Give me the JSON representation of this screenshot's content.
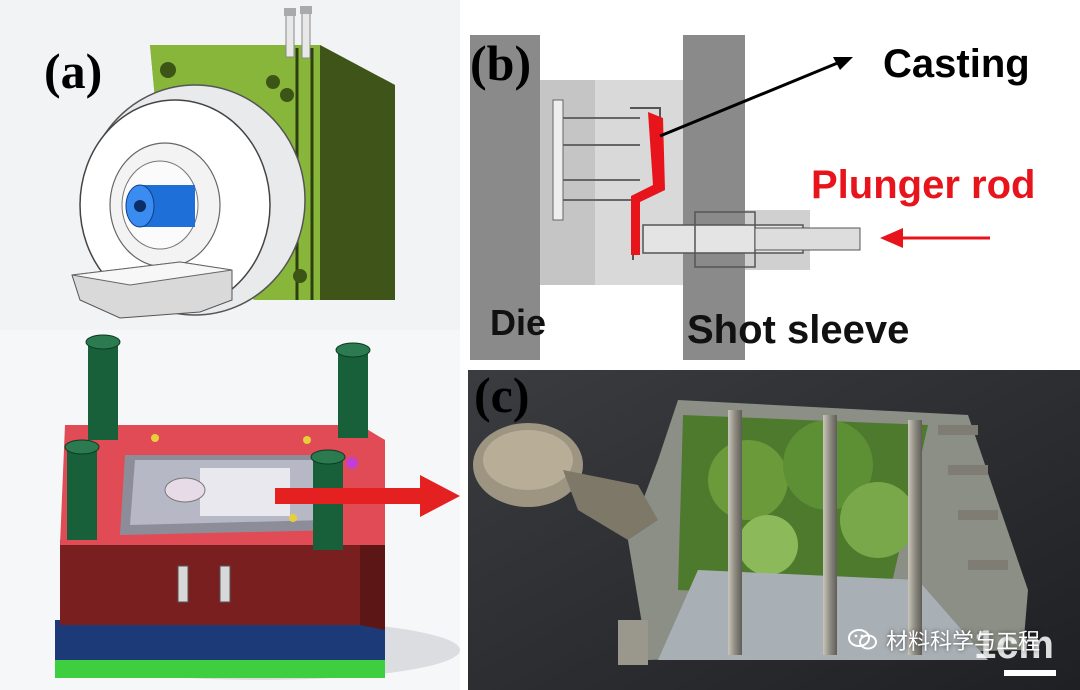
{
  "panels": {
    "a": {
      "label": "(a)"
    },
    "b": {
      "label": "(b)",
      "callouts": {
        "casting": "Casting",
        "plunger_rod": "Plunger rod",
        "die": "Die",
        "shot_sleeve": "Shot sleeve"
      },
      "colors": {
        "casting": "#e8141c",
        "plunger_label": "#e8141c",
        "text": "#000000"
      }
    },
    "c": {
      "label": "(c)",
      "scale_unit": "1cm"
    }
  },
  "watermark": {
    "text": "材料科学与工程",
    "icon": "wechat-icon"
  },
  "arrow": {
    "color": "#e52020"
  }
}
